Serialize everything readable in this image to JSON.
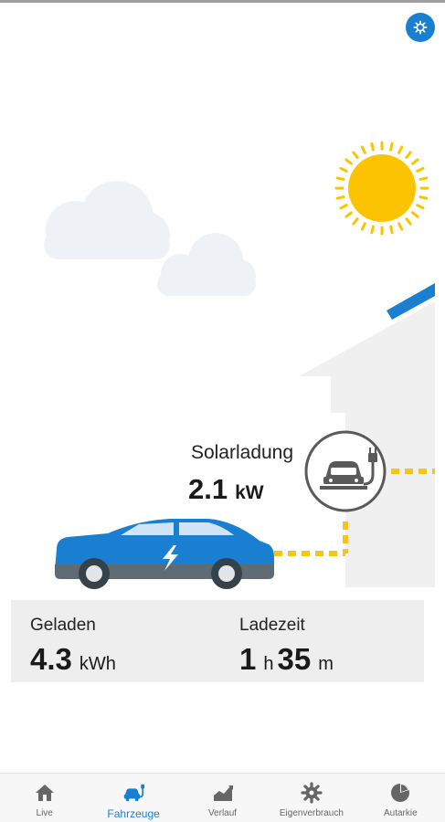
{
  "colors": {
    "accent": "#1a7fd0",
    "sun": "#fcc400",
    "car": "#1a7fd0",
    "flow": "#f5c518",
    "cloud": "#eef2f7",
    "house": "#f0f0f0"
  },
  "header": {
    "settings_icon": "gear-icon"
  },
  "charging": {
    "label": "Solarladung",
    "value": "2.1",
    "unit": "kW",
    "charger_icon": "ev-charger-icon"
  },
  "stats": {
    "charged": {
      "label": "Geladen",
      "value": "4.3",
      "unit": "kWh"
    },
    "duration": {
      "label": "Ladezeit",
      "hours": "1",
      "hours_unit": "h",
      "minutes": "35",
      "minutes_unit": "m"
    }
  },
  "nav": {
    "items": [
      {
        "label": "Live",
        "icon": "home-icon",
        "active": false
      },
      {
        "label": "Fahrzeuge",
        "icon": "ev-charging-icon",
        "active": true
      },
      {
        "label": "Verlauf",
        "icon": "history-chart-icon",
        "active": false
      },
      {
        "label": "Eigenverbrauch",
        "icon": "gear-icon",
        "active": false
      },
      {
        "label": "Autarkie",
        "icon": "pie-chart-icon",
        "active": false
      }
    ]
  }
}
